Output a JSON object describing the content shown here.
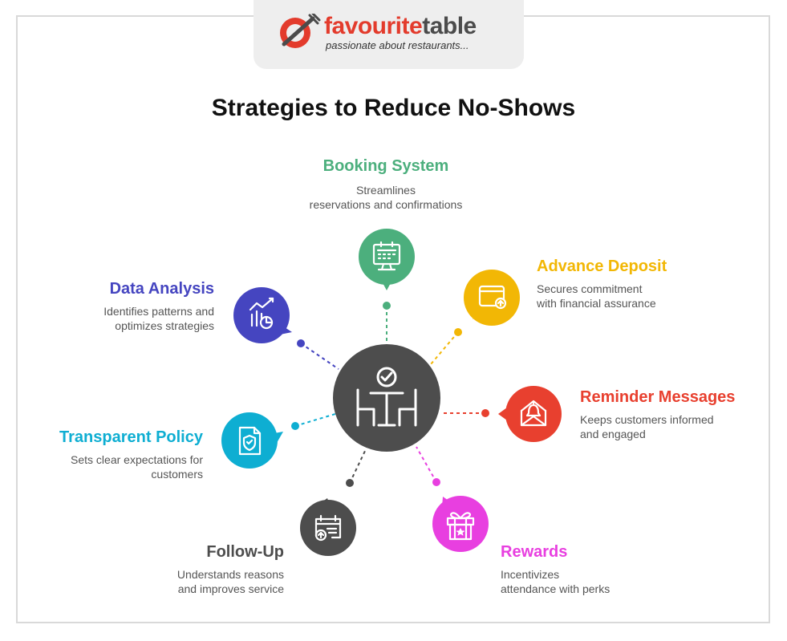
{
  "brand": {
    "name_part1": "favourite",
    "name_part2": "table",
    "tagline": "passionate about restaurants..."
  },
  "title": "Strategies to Reduce No-Shows",
  "center": {
    "icon": "restaurant-table-check-icon",
    "color": "#4d4d4d"
  },
  "strategies": [
    {
      "id": "booking",
      "label": "Booking System",
      "desc_line1": "Streamlines",
      "desc_line2": "reservations and confirmations",
      "color": "#4caf7d",
      "icon": "calendar-monitor-icon"
    },
    {
      "id": "deposit",
      "label": "Advance Deposit",
      "desc_line1": "Secures commitment",
      "desc_line2": "with financial assurance",
      "color": "#f2b705",
      "icon": "wallet-icon"
    },
    {
      "id": "reminder",
      "label": "Reminder Messages",
      "desc_line1": "Keeps customers informed",
      "desc_line2": "and engaged",
      "color": "#e8402f",
      "icon": "bell-envelope-icon"
    },
    {
      "id": "rewards",
      "label": "Rewards",
      "desc_line1": "Incentivizes",
      "desc_line2": "attendance with perks",
      "color": "#e83fe0",
      "icon": "gift-icon"
    },
    {
      "id": "followup",
      "label": "Follow-Up",
      "desc_line1": "Understands reasons",
      "desc_line2": "and improves service",
      "color": "#4d4d4d",
      "icon": "calendar-refresh-icon"
    },
    {
      "id": "policy",
      "label": "Transparent Policy",
      "desc_line1": "Sets clear expectations for",
      "desc_line2": "customers",
      "color": "#0eaed2",
      "icon": "shield-document-icon"
    },
    {
      "id": "data",
      "label": "Data Analysis",
      "desc_line1": "Identifies patterns and",
      "desc_line2": "optimizes strategies",
      "color": "#4545c0",
      "icon": "chart-analysis-icon"
    }
  ]
}
